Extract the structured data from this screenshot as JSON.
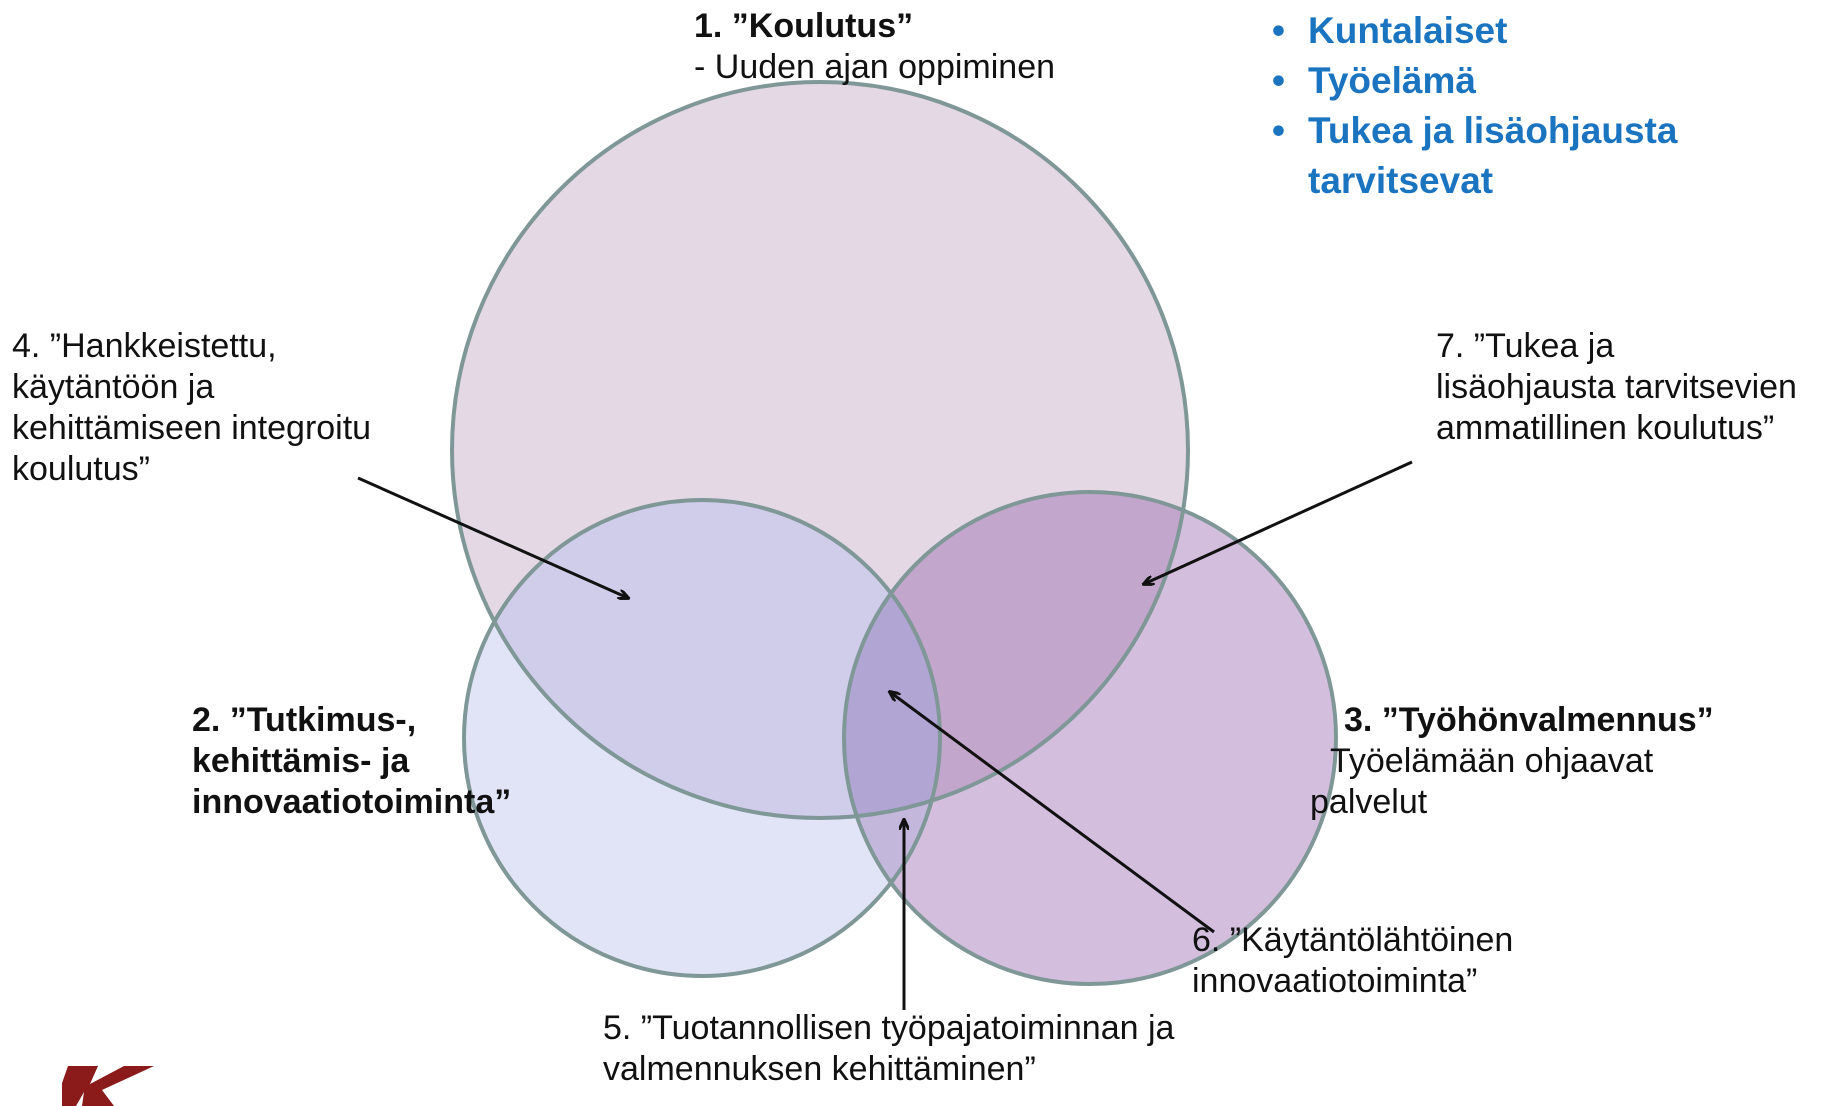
{
  "colors": {
    "circle_top_fill": "#e3d8e3",
    "circle_left_fill": "#e1e4f7",
    "circle_right_fill": "#d3bfdd",
    "overlap_top_left_fill": "#cfcdea",
    "overlap_top_right_fill": "#c3a6cb",
    "overlap_left_right_fill": "#c3b8dc",
    "overlap_center_fill": "#b1a5d3",
    "circle_stroke": "#7f9797",
    "arrow": "#111111",
    "bullet_text": "#1b74c0",
    "logo": "#8b1a1a"
  },
  "nodes": {
    "koulutus": {
      "title": "1. ”Koulutus”",
      "subtitle": "- Uuden ajan oppiminen"
    },
    "tki": {
      "line1": "2.   ”Tutkimus-,",
      "line2": "kehittämis- ja",
      "line3": "innovaatiotoiminta”"
    },
    "tyohonvalmennus": {
      "title": "3.  ”Työhönvalmennus”",
      "line2": "Työelämään ohjaavat",
      "line3": "palvelut"
    }
  },
  "callouts": {
    "c4": {
      "line1": "4.  ”Hankkeistettu,",
      "line2": "käytäntöön  ja",
      "line3": "kehittämiseen integroitu",
      "line4": "koulutus”"
    },
    "c5": {
      "line1": "5.  ”Tuotannollisen työpajatoiminnan ja",
      "line2": "valmennuksen kehittäminen”"
    },
    "c6": {
      "line1": "6.  ”Käytäntölähtöinen",
      "line2": "innovaatiotoiminta”"
    },
    "c7": {
      "line1": "7.  ”Tukea ja",
      "line2": "lisäohjausta tarvitsevien",
      "line3": "ammatillinen koulutus”"
    }
  },
  "target_groups": [
    "Kuntalaiset",
    "Työelämä",
    "Tukea ja lisäohjausta",
    "tarvitsevat"
  ]
}
